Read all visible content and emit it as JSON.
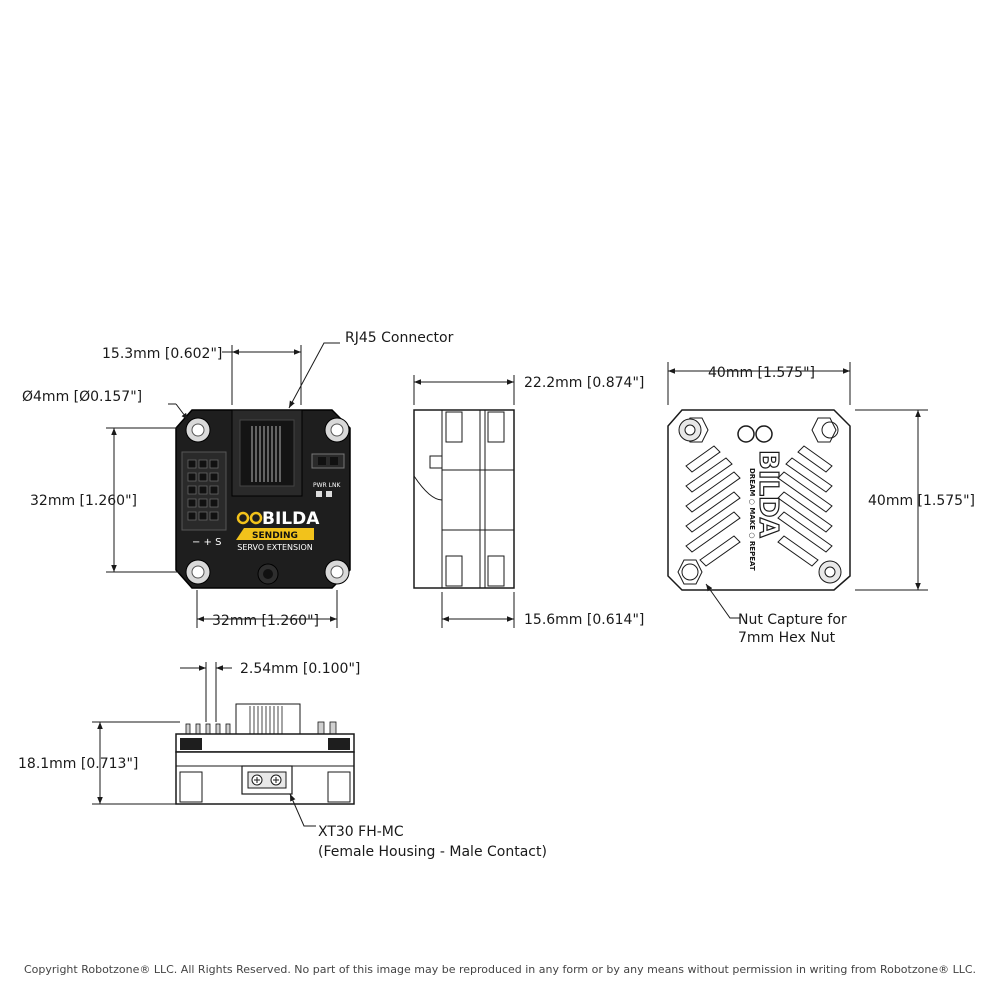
{
  "dimensions": {
    "rj45_connector": "RJ45 Connector",
    "rj45_width": "15.3mm [0.602\"]",
    "hole_diameter": "Ø4mm [Ø0.157\"]",
    "height_front": "32mm [1.260\"]",
    "width_front": "32mm [1.260\"]",
    "side_top": "22.2mm [0.874\"]",
    "side_bottom": "15.6mm [0.614\"]",
    "back_width": "40mm [1.575\"]",
    "back_height": "40mm [1.575\"]",
    "nut_capture_1": "Nut Capture for",
    "nut_capture_2": "7mm Hex Nut",
    "pin_pitch": "2.54mm [0.100\"]",
    "bottom_height": "18.1mm [0.713\"]",
    "xt30_1": "XT30 FH-MC",
    "xt30_2": "(Female Housing - Male Contact)"
  },
  "board": {
    "logo": "BILDA",
    "badge": "SENDING",
    "subtitle": "SERVO EXTENSION",
    "pins": "− + S",
    "leds": "PWR LNK"
  },
  "back_logo": {
    "brand": "BILDA",
    "slogan": "DREAM ○ MAKE ○ REPEAT"
  },
  "footer": {
    "copyright": "Copyright Robotzone® LLC.  All Rights Reserved. No part of this image may be reproduced in any form or by any means without permission in writing from Robotzone® LLC."
  },
  "colors": {
    "body": "#1e1e1e",
    "accent": "#f2c21b",
    "line": "#1a1a1a"
  }
}
